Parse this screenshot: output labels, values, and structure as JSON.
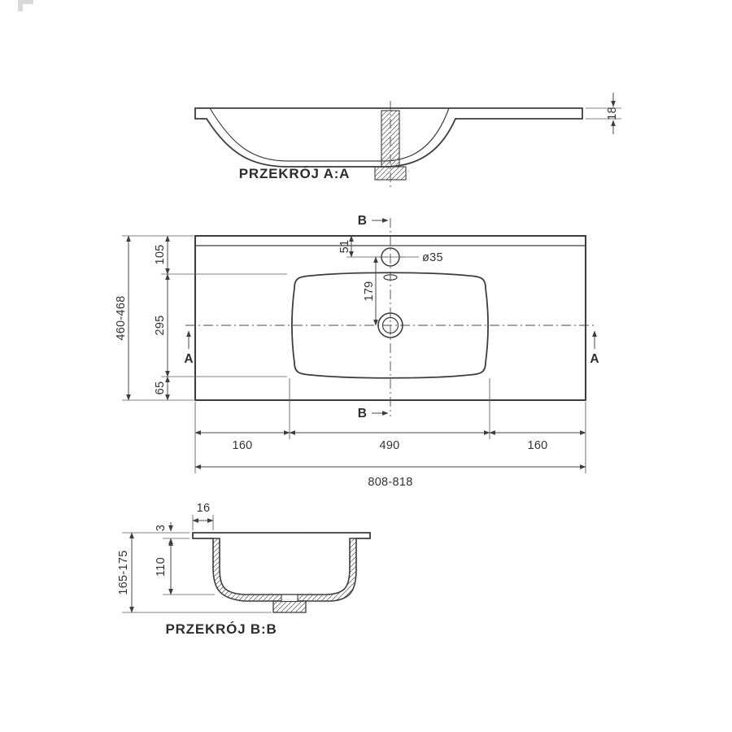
{
  "section_a": {
    "title": "PRZEKRÓJ A:A",
    "dim_thickness": "18"
  },
  "plan": {
    "marker_a": "A",
    "marker_b": "B",
    "faucet_diameter": "ø35",
    "dim_faucet_offset": "51",
    "dim_drain_offset": "179",
    "left_dims": [
      "105",
      "295",
      "65"
    ],
    "left_overall": "460-468",
    "bottom_dims": [
      "160",
      "490",
      "160"
    ],
    "bottom_overall": "808-818"
  },
  "section_b": {
    "title": "PRZEKRÓJ B:B",
    "dim_rim_width": "16",
    "dim_rim_thickness": "3",
    "dim_depth": "110",
    "dim_overall": "165-175"
  },
  "colors": {
    "line": "#3d3d3d",
    "text": "#333333",
    "background": "#ffffff"
  }
}
